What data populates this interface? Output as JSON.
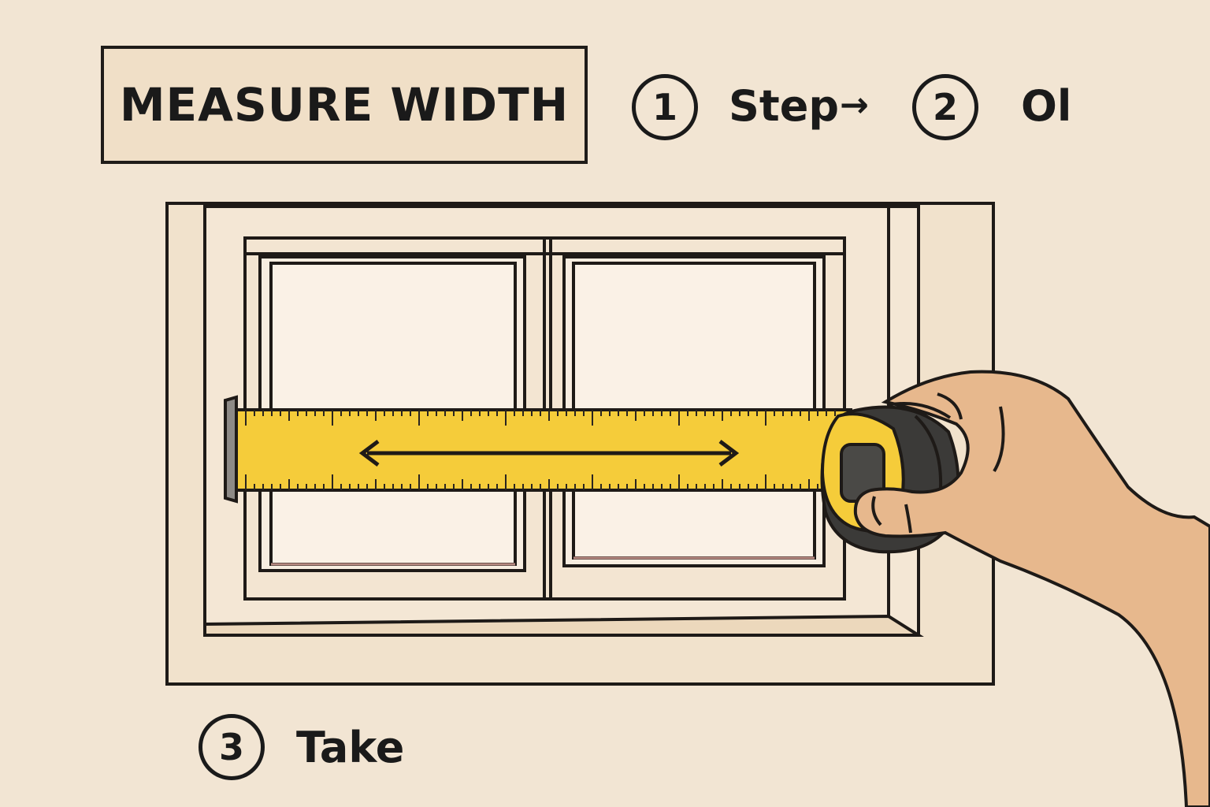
{
  "header": {
    "title": "MEASURE WIDTH"
  },
  "steps": [
    {
      "number": "1",
      "label": "Step"
    },
    {
      "number": "2",
      "label": "Ol"
    },
    {
      "number": "3",
      "label": "Take"
    }
  ],
  "arrow_glyph": "→",
  "illustration": {
    "subject": "window-frame",
    "tool": "tape-measure",
    "tape_color": "#f5cc3a",
    "wall_color": "#f2e5d3",
    "skin_color": "#e7b88d"
  }
}
